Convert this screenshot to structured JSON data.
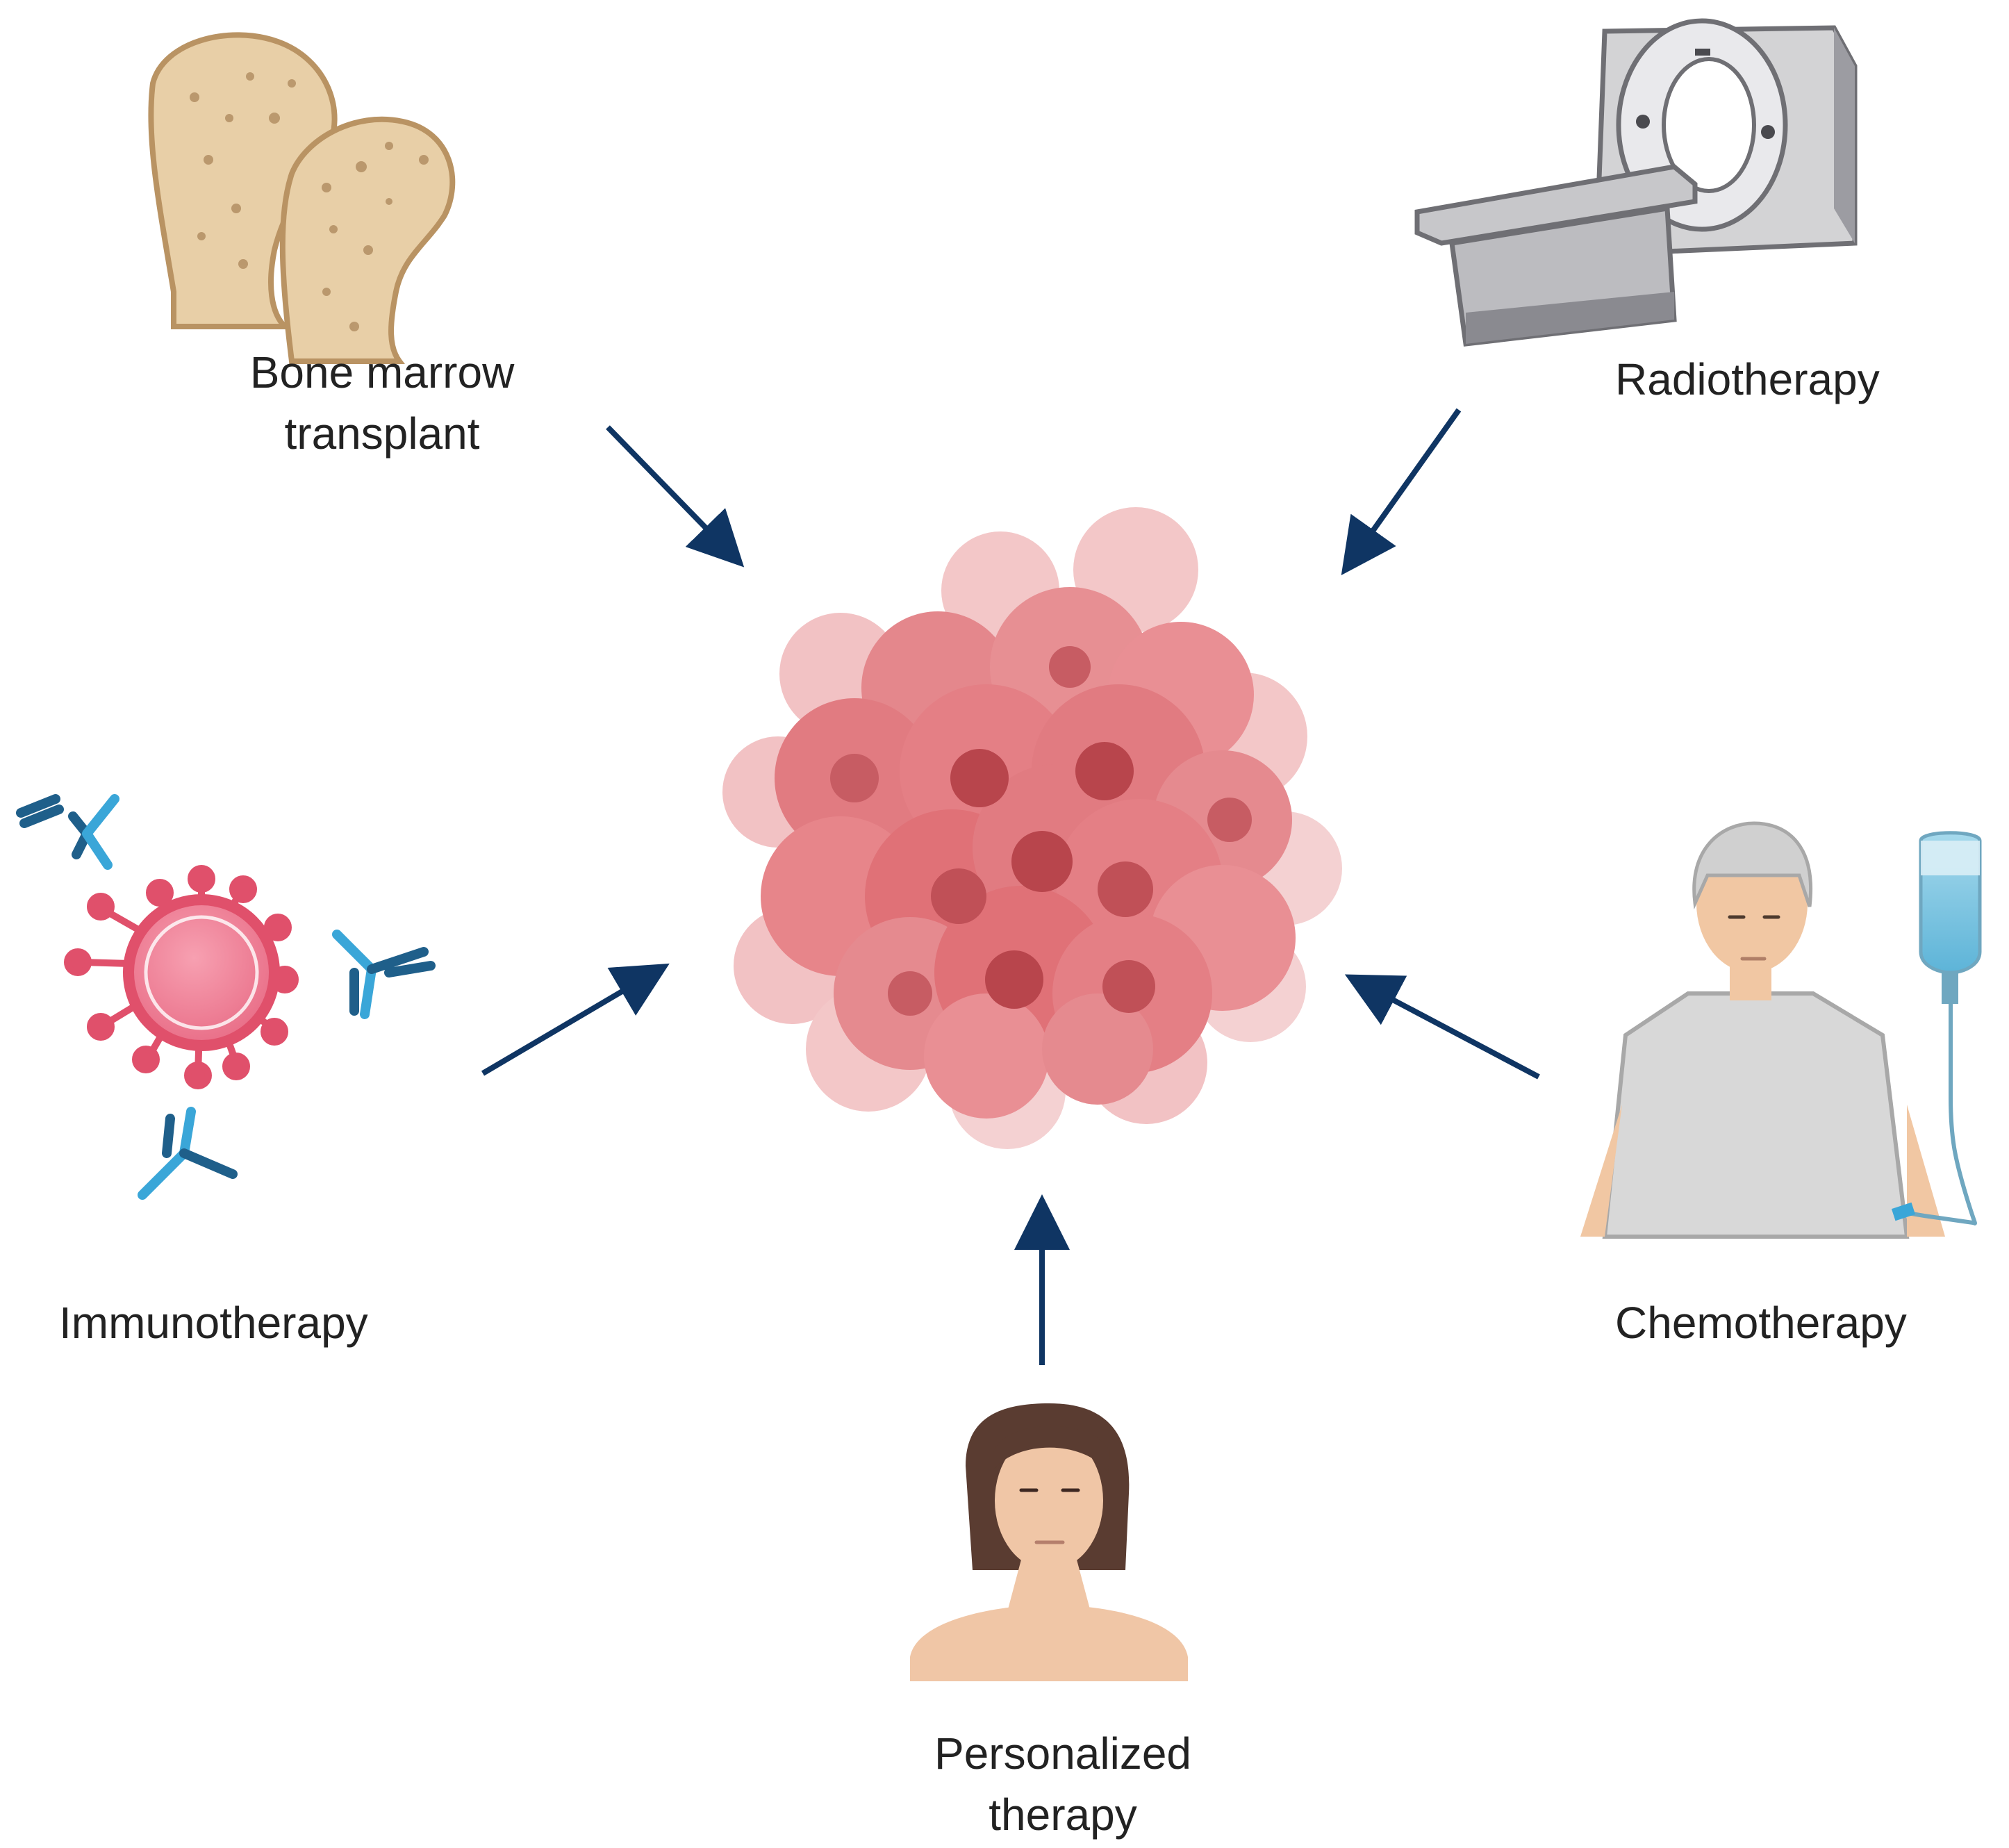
{
  "labels": {
    "bone_marrow": [
      "Bone marrow",
      "transplant"
    ],
    "radiotherapy": [
      "Radiotherapy"
    ],
    "immunotherapy": [
      "Immunotherapy"
    ],
    "chemotherapy": [
      "Chemotherapy"
    ],
    "personalized": [
      "Personalized",
      "therapy"
    ]
  },
  "colors": {
    "arrow": "#0f3563",
    "tumor_dark": "#d9666e",
    "tumor_light": "#f0b5b8",
    "nucleus": "#b8454c",
    "bone": "#e8cfa7",
    "antibody_light": "#3aa6d8",
    "antibody_dark": "#1f5f8a",
    "virus": "#e0506b"
  },
  "icons": {
    "bone": "femur-bone-icon",
    "scanner": "ct-scanner-icon",
    "antibody": "antibody-icon",
    "virus": "virus-icon",
    "patient": "chemotherapy-patient-icon",
    "iv_bag": "iv-bag-icon",
    "woman": "woman-portrait-icon",
    "tumor": "tumor-cell-cluster-icon"
  }
}
